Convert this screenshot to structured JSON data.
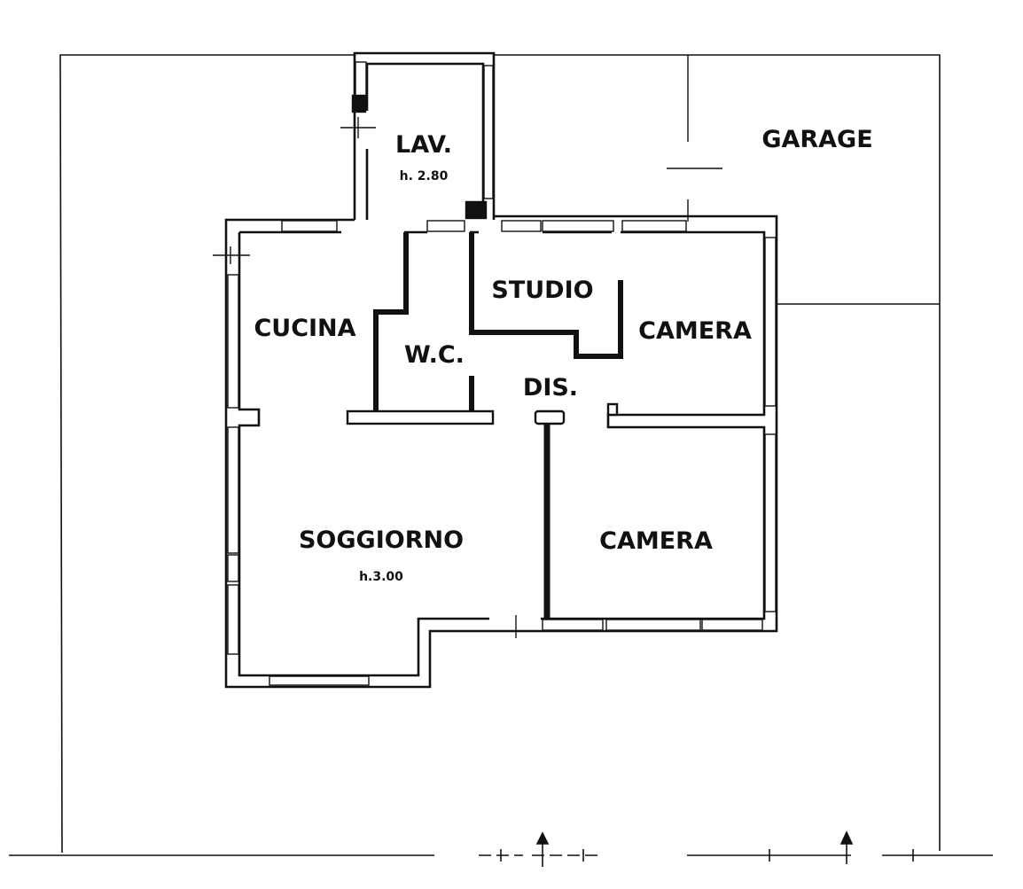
{
  "colors": {
    "background": "#ffffff",
    "wall": "#111111",
    "wall_fill": "#ffffff"
  },
  "rooms": {
    "lav": {
      "label": "LAV.",
      "height": "h. 2.80"
    },
    "garage": {
      "label": "GARAGE"
    },
    "studio": {
      "label": "STUDIO"
    },
    "cucina": {
      "label": "CUCINA"
    },
    "wc": {
      "label": "W.C."
    },
    "camera_top": {
      "label": "CAMERA"
    },
    "dis": {
      "label": "DIS."
    },
    "soggiorno": {
      "label": "SOGGIORNO",
      "height": "h.3.00"
    },
    "camera_bottom": {
      "label": "CAMERA"
    }
  }
}
